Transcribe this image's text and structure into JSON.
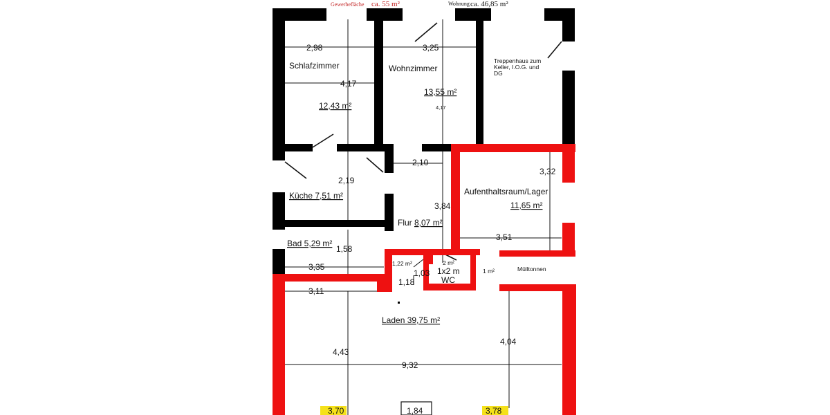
{
  "header": {
    "gewerbe_label": "Gewerbefläche",
    "gewerbe_area": "ca. 55 m²",
    "wohnung_label": "Wohnung",
    "wohnung_area": "ca. 46,85 m²"
  },
  "rooms": {
    "schlafzimmer": {
      "name": "Schlafzimmer",
      "area": "12,43 m²"
    },
    "wohnzimmer": {
      "name": "Wohnzimmer",
      "area": "13,55 m²"
    },
    "treppenhaus": {
      "line1": "Treppenhaus zum",
      "line2": "Keller, I.O.G. und",
      "line3": "DG"
    },
    "kueche": {
      "label": "Küche 7,51 m²"
    },
    "flur": {
      "name": "Flur",
      "area": "8,07 m²"
    },
    "bad": {
      "label": "Bad 5,29 m²"
    },
    "aufenthalt": {
      "name": "Aufenthaltsraum/Lager",
      "area": "11,65 m²"
    },
    "wc_small": {
      "area": "1,22 m²"
    },
    "wc": {
      "area": "2 m²",
      "size": "1x2 m",
      "name": "WC"
    },
    "nische": {
      "area": "1 m²"
    },
    "muell": {
      "name": "Mülltonnen"
    },
    "laden": {
      "label": "Laden 39,75 m²"
    }
  },
  "colors": {
    "apartment_walls": "#000000",
    "commercial_walls": "#ee1111",
    "highlight": "#f5e11a",
    "dimension_lines": "#111111"
  },
  "dimensions": [
    {
      "id": "d298",
      "text": "2,98"
    },
    {
      "id": "d325",
      "text": "3,25"
    },
    {
      "id": "d417a",
      "text": "4,17"
    },
    {
      "id": "d417b",
      "text": "4,17"
    },
    {
      "id": "d210",
      "text": "2,10"
    },
    {
      "id": "d219",
      "text": "2,19"
    },
    {
      "id": "d332",
      "text": "3,32"
    },
    {
      "id": "d384",
      "text": "3,84"
    },
    {
      "id": "d351",
      "text": "3,51"
    },
    {
      "id": "d158",
      "text": "1,58"
    },
    {
      "id": "d335",
      "text": "3,35"
    },
    {
      "id": "d103",
      "text": "1,03"
    },
    {
      "id": "d118",
      "text": "1,18"
    },
    {
      "id": "d311",
      "text": "3,11"
    },
    {
      "id": "d404",
      "text": "4,04"
    },
    {
      "id": "d443",
      "text": "4,43"
    },
    {
      "id": "d932",
      "text": "9,32"
    },
    {
      "id": "d370",
      "text": "3,70"
    },
    {
      "id": "d184",
      "text": "1,84"
    },
    {
      "id": "d378",
      "text": "3,78"
    }
  ]
}
